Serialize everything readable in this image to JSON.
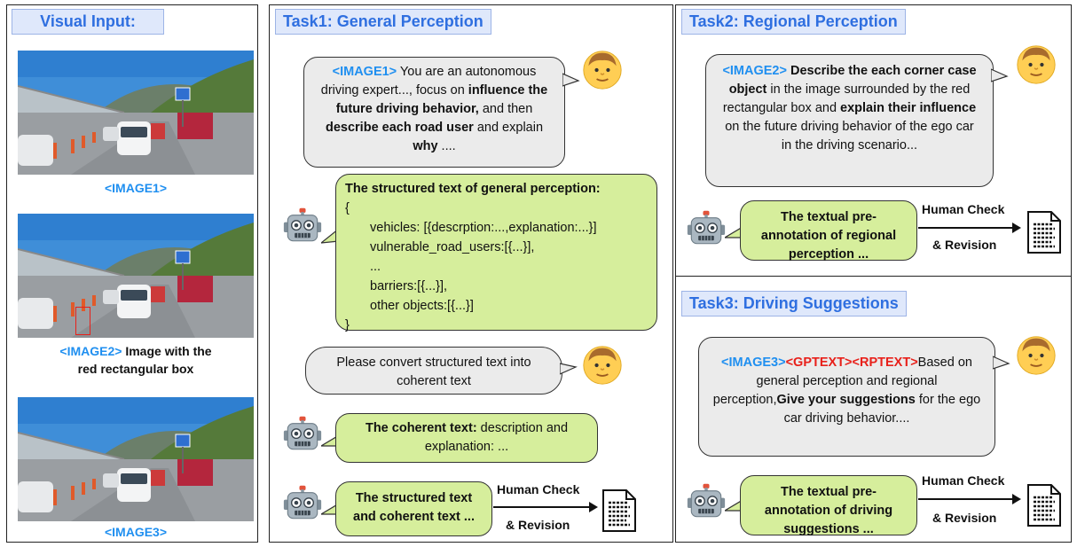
{
  "visual_input": {
    "title": "Visual Input:",
    "image1_label": "<IMAGE1>",
    "image2_tag": "<IMAGE2>",
    "image2_caption_rest": " Image with the",
    "image2_caption_line2": "red rectangular box",
    "image3_label": "<IMAGE3>"
  },
  "task1": {
    "title": "Task1: General Perception",
    "prompt": {
      "tag": "<IMAGE1>",
      "t1": " You are an autonomous driving expert..., focus on ",
      "b1": "influence the future driving behavior,",
      "t2": " and then ",
      "b2": "describe each road user",
      "t3": " and explain ",
      "b3": "why",
      "t4": " ...."
    },
    "structured": {
      "heading": "The structured text of general perception:",
      "lines": [
        "{",
        "vehicles: [{descrption:...,explanation:...}]",
        "vulnerable_road_users:[{...}],",
        "...",
        "barriers:[{...}],",
        "other objects:[{...}]",
        "}"
      ]
    },
    "convert_prompt": "Please convert structured text into coherent text",
    "coherent": {
      "bold": "The coherent text:",
      "rest": " description and explanation: ..."
    },
    "output": "The structured text and coherent text ...",
    "human_check": "Human Check",
    "revision": "& Revision"
  },
  "task2": {
    "title": "Task2: Regional Perception",
    "prompt": {
      "tag": "<IMAGE2>",
      "b1": " Describe the each corner case object",
      "t1": " in the image surrounded by the red rectangular box and ",
      "b2": "explain their influence",
      "t2": " on the future driving behavior of the ego car in the driving scenario..."
    },
    "output": "The textual pre-annotation of regional perception ...",
    "human_check": "Human Check",
    "revision": "& Revision"
  },
  "task3": {
    "title": "Task3: Driving Suggestions",
    "prompt": {
      "tag": "<IMAGE3>",
      "gp": "<GPTEXT>",
      "rp": "<RPTEXT>",
      "t1": "Based on general perception and regional perception,",
      "b1": "Give your suggestions",
      "t2": " for the ego car driving behavior...."
    },
    "output": "The textual pre-annotation of driving suggestions ...",
    "human_check": "Human Check",
    "revision": "& Revision"
  },
  "colors": {
    "accent_blue": "#1f8ff0",
    "title_blue": "#2f6fe0",
    "green_bubble": "#d6ee9c",
    "gray_bubble": "#ebebeb",
    "red_tag": "#e8201a",
    "red_box": "#e8201a"
  },
  "icons": [
    "person-icon",
    "robot-icon",
    "document-icon"
  ]
}
